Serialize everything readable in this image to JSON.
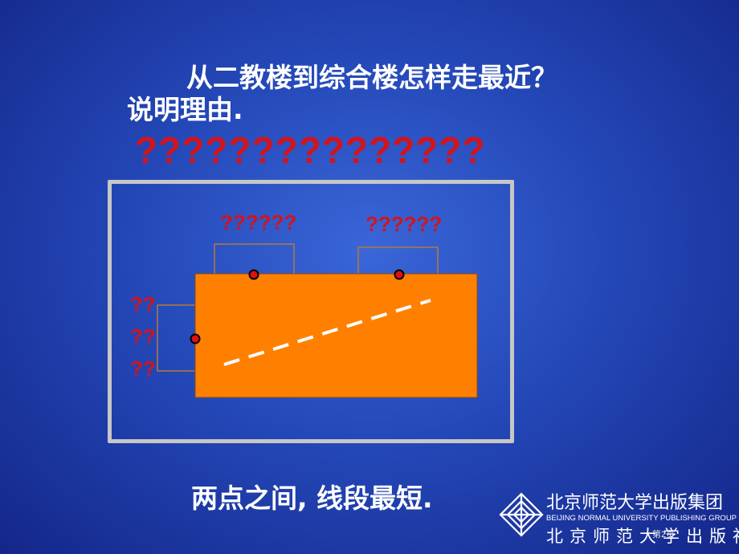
{
  "slide": {
    "question_line1": "从二教楼到综合楼怎样走最近？",
    "question_line2": "说明理由.",
    "red_heading": "???????????????",
    "map": {
      "label_top_left": "??????",
      "label_top_right": "??????",
      "label_left": [
        "??",
        "??",
        "??"
      ]
    },
    "answer": "两点之间, 线段最短.",
    "publisher": {
      "name_cn": "北京师范大学出版集团",
      "name_en": "BEIJING NORMAL UNIVERSITY PUBLISHING GROUP",
      "name_cn2": "北京师范大学出版社"
    },
    "page_number": "第2页"
  },
  "colors": {
    "background": "#2448b8",
    "building": "#ff8000",
    "red_text": "#d2141c",
    "frame": "#c7c7c7",
    "text": "#ffffff"
  },
  "icons": [
    "publisher-logo-icon"
  ]
}
